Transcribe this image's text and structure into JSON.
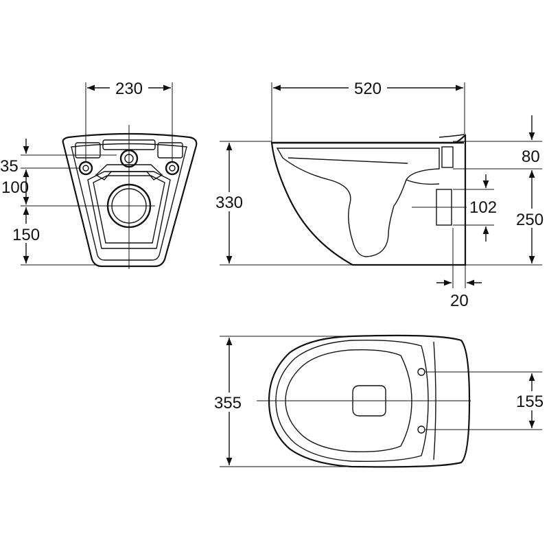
{
  "front_view": {
    "width_label": "230",
    "offset_top_label": "35",
    "offset_mid_label": "100",
    "offset_bottom_label": "150"
  },
  "side_view": {
    "length_label": "520",
    "height_label": "330",
    "top_offset_label": "80",
    "outlet_height_label": "250",
    "outlet_diameter_label": "102",
    "wall_gap_label": "20"
  },
  "top_view": {
    "width_label": "355",
    "bolt_spacing_label": "155"
  },
  "colors": {
    "line": "#111111",
    "background": "#ffffff"
  }
}
